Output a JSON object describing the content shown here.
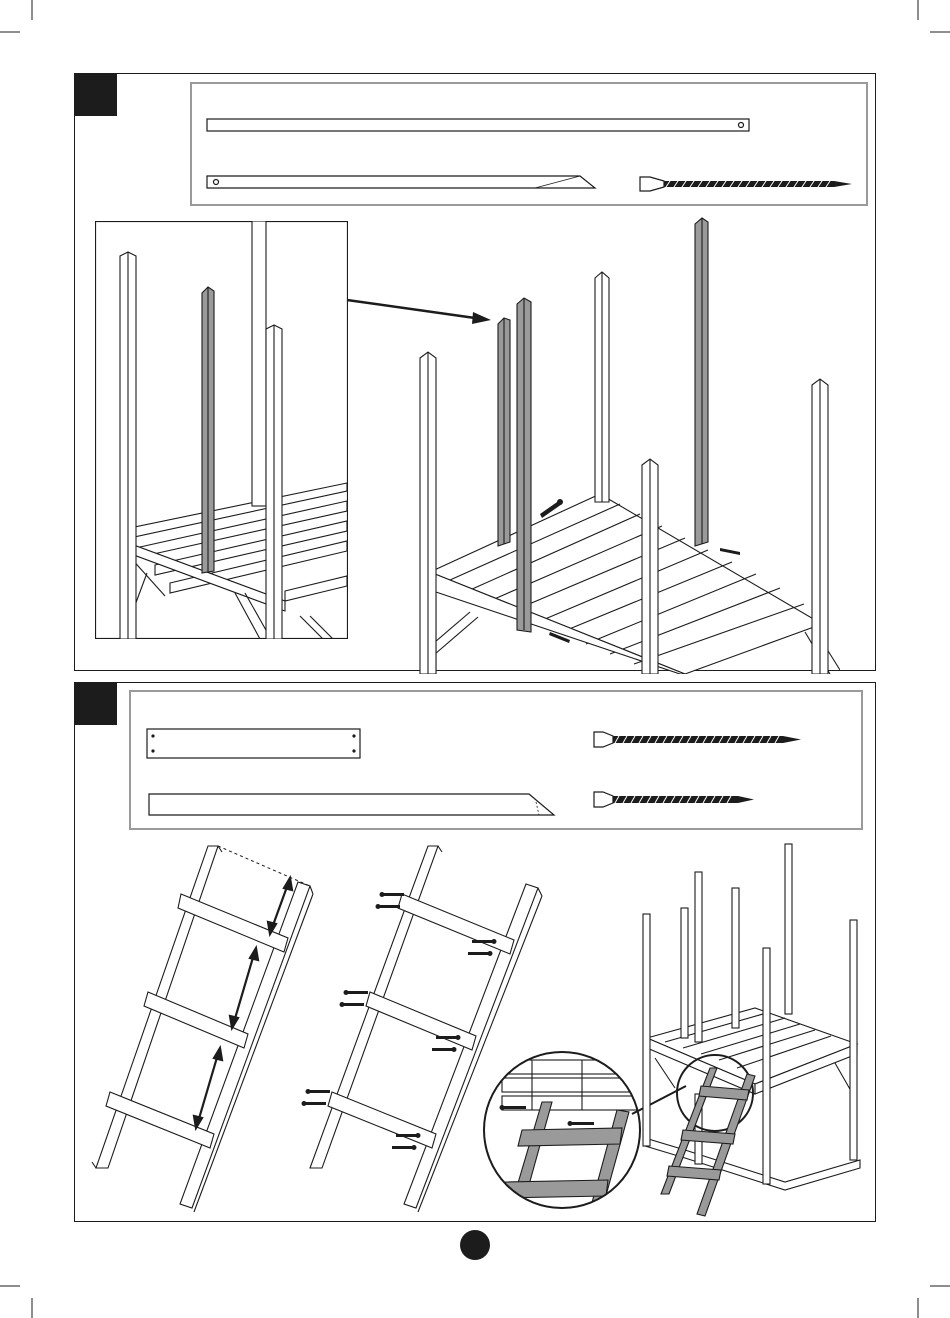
{
  "document": {
    "type": "assembly-instructions-page",
    "page_number": "",
    "colors": {
      "ink": "#1c1c1c",
      "highlight_part": "#9a9a9a",
      "parts_box_border": "#9a9a9a",
      "background": "#ffffff"
    }
  },
  "step_top": {
    "step_number": "",
    "parts": [
      {
        "icon": "long-board-with-hole-icon"
      },
      {
        "icon": "angled-board-icon"
      },
      {
        "icon": "long-screw-icon"
      }
    ],
    "illustrations": [
      "detail-inset-new-post",
      "platform-with-posts"
    ]
  },
  "step_bottom": {
    "step_number": "",
    "parts": [
      {
        "icon": "ladder-rung-board-icon"
      },
      {
        "icon": "ladder-side-rail-icon"
      },
      {
        "icon": "long-screw-icon"
      },
      {
        "icon": "short-screw-icon"
      }
    ],
    "illustrations": [
      "ladder-spacing-arrows",
      "ladder-screw-positions",
      "ladder-detail-circle",
      "tower-with-ladder"
    ]
  }
}
